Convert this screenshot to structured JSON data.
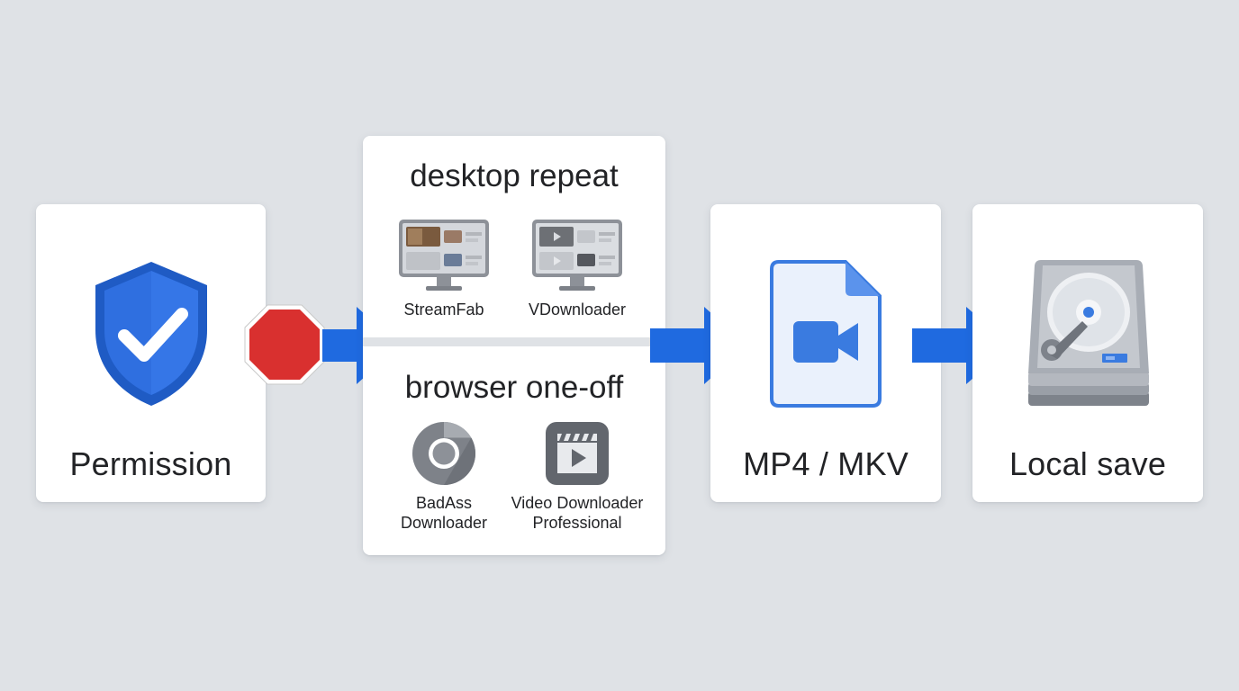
{
  "colors": {
    "background": "#dfe2e6",
    "card": "#ffffff",
    "arrow_blue": "#1f6ae0",
    "shield_blue": "#2a6ad8",
    "stop_red": "#d9302f",
    "text": "#222326"
  },
  "steps": {
    "permission": {
      "label": "Permission",
      "icon": "shield-check-icon"
    },
    "blocker": {
      "icon": "stop-sign-icon"
    },
    "tools": {
      "desktop": {
        "title": "desktop repeat",
        "items": [
          {
            "name": "StreamFab",
            "icon": "monitor-icon"
          },
          {
            "name": "VDownloader",
            "icon": "monitor-icon"
          }
        ]
      },
      "browser": {
        "title": "browser one-off",
        "items": [
          {
            "name_line1": "BadAss",
            "name_line2": "Downloader",
            "icon": "chrome-icon"
          },
          {
            "name_line1": "Video Downloader",
            "name_line2": "Professional",
            "icon": "clapperboard-play-icon"
          }
        ]
      }
    },
    "format": {
      "label": "MP4 / MKV",
      "icon": "video-file-icon"
    },
    "storage": {
      "label": "Local save",
      "icon": "hard-drive-icon"
    }
  }
}
